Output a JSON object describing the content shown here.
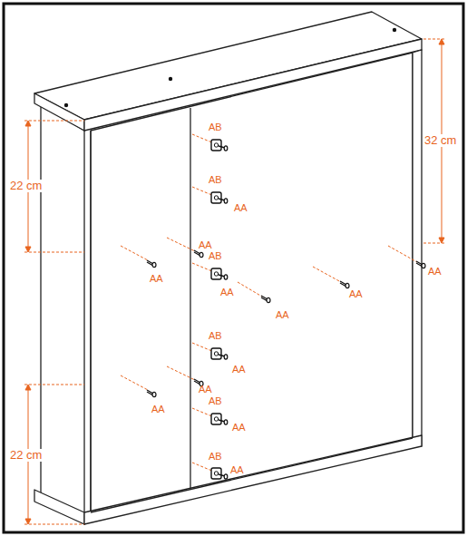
{
  "diagram": {
    "labels": [
      "32 cm",
      "22 cm",
      "22 cm",
      "AB",
      "AB",
      "AA",
      "AA",
      "AB",
      "AA",
      "AA",
      "AA",
      "AA",
      "AA",
      "AB",
      "AA",
      "AA",
      "AA",
      "AB",
      "AA",
      "AB",
      "AA"
    ]
  }
}
